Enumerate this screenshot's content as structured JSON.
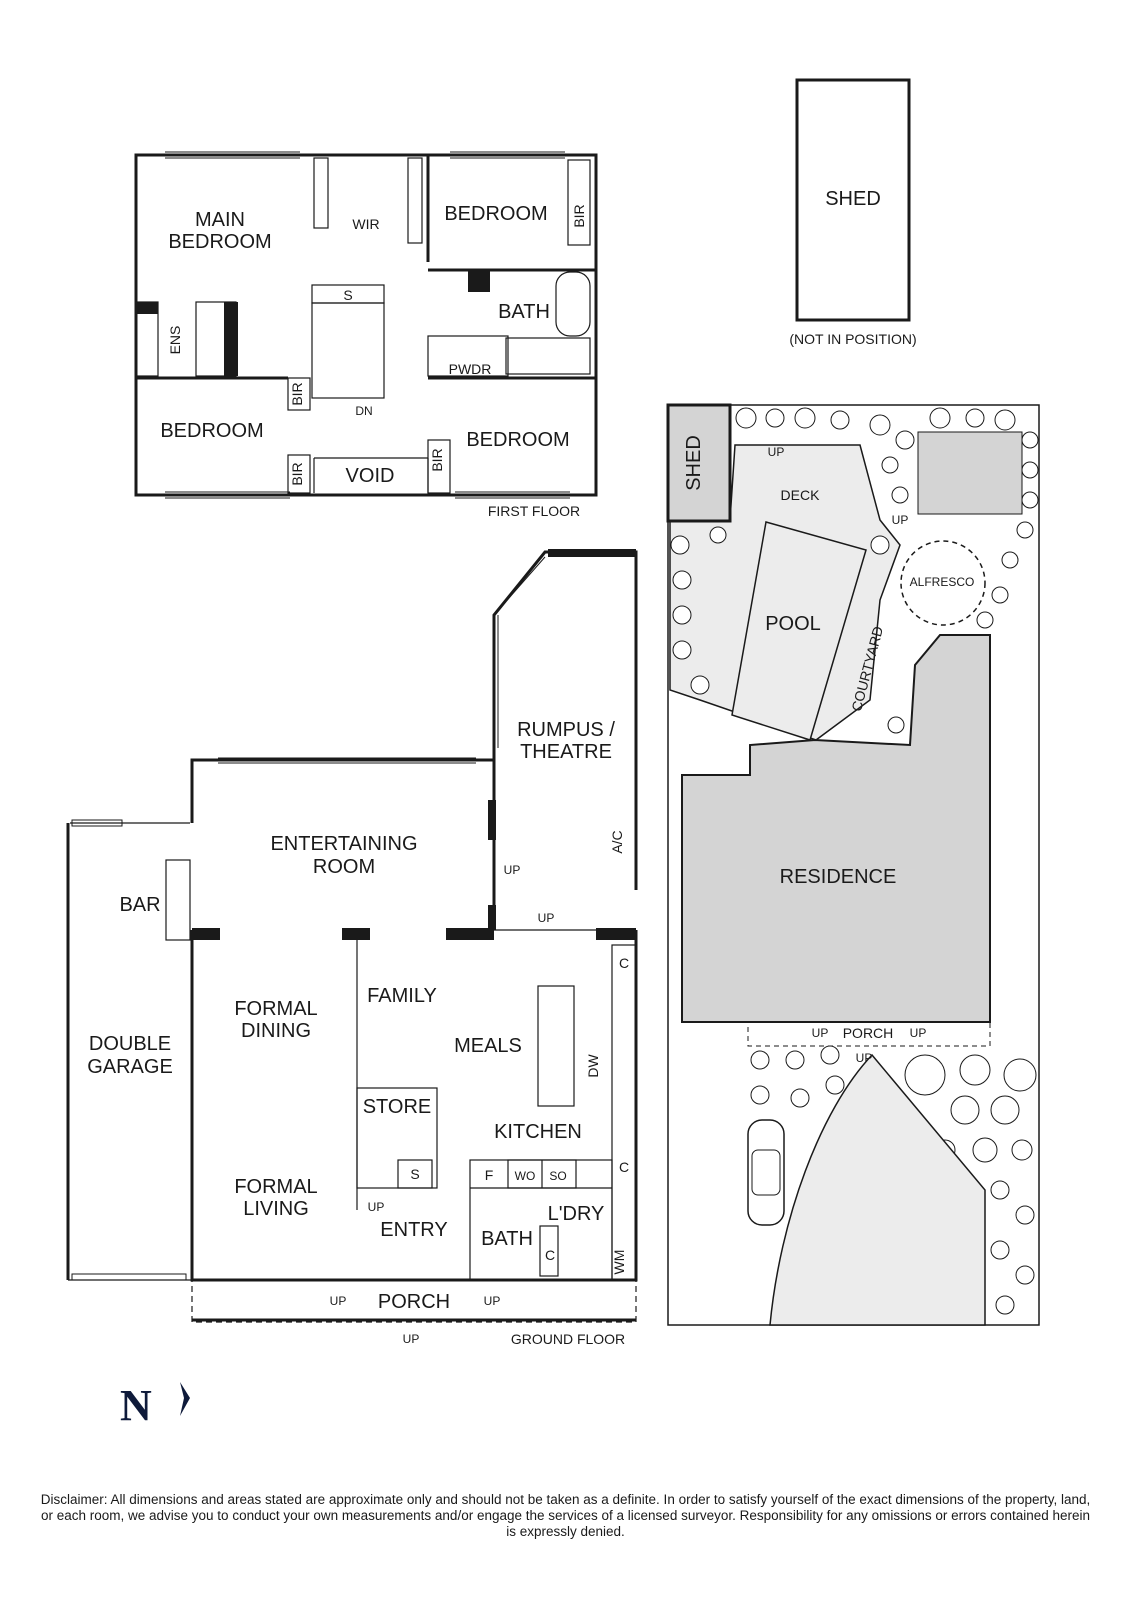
{
  "first_floor": {
    "title": "FIRST FLOOR",
    "rooms": {
      "main_bedroom_1": "MAIN",
      "main_bedroom_2": "BEDROOM",
      "wir": "WIR",
      "bedroom_ne": "BEDROOM",
      "bir_ne": "BIR",
      "s": "S",
      "bath": "BATH",
      "ens": "ENS",
      "pwdr": "PWDR",
      "dn": "DN",
      "bedroom_w": "BEDROOM",
      "bir_w1": "BIR",
      "bir_w2": "BIR",
      "void": "VOID",
      "bir_e": "BIR",
      "bedroom_e": "BEDROOM"
    }
  },
  "ground_floor": {
    "title": "GROUND FLOOR",
    "rooms": {
      "rumpus_1": "RUMPUS /",
      "rumpus_2": "THEATRE",
      "entertaining_1": "ENTERTAINING",
      "entertaining_2": "ROOM",
      "ac": "A/C",
      "up_rumpus": "UP",
      "bar": "BAR",
      "up_kitchen": "UP",
      "c_top": "C",
      "double_1": "DOUBLE",
      "double_2": "GARAGE",
      "formal_dining_1": "FORMAL",
      "formal_dining_2": "DINING",
      "family": "FAMILY",
      "meals": "MEALS",
      "dw": "DW",
      "store": "STORE",
      "kitchen": "KITCHEN",
      "c_mid": "C",
      "s": "S",
      "f": "F",
      "wo": "WO",
      "so": "SO",
      "ldry": "L'DRY",
      "formal_living_1": "FORMAL",
      "formal_living_2": "LIVING",
      "up_stairs": "UP",
      "entry": "ENTRY",
      "bath": "BATH",
      "c_bath": "C",
      "wm": "WM",
      "porch": "PORCH",
      "up_left": "UP",
      "up_right": "UP",
      "up_bottom": "UP"
    }
  },
  "site": {
    "shed_top": "SHED",
    "not_in_position": "(NOT IN POSITION)",
    "shed_site": "SHED",
    "up_deck": "UP",
    "deck": "DECK",
    "up_courtyard": "UP",
    "alfresco": "ALFRESCO",
    "pool": "POOL",
    "courtyard": "COURTYARD",
    "residence": "RESIDENCE",
    "porch": "PORCH",
    "up_porch_left": "UP",
    "up_porch_right": "UP",
    "up_porch_bottom": "UP"
  },
  "north": "N",
  "disclaimer": "Disclaimer: All dimensions and areas stated are approximate only and should not be taken as a definite. In order to satisfy yourself of the exact dimensions of the property, land, or each room, we advise you to conduct your own measurements and/or engage the services of a licensed surveyor. Responsibility for any omissions or errors contained herein is expressly denied."
}
